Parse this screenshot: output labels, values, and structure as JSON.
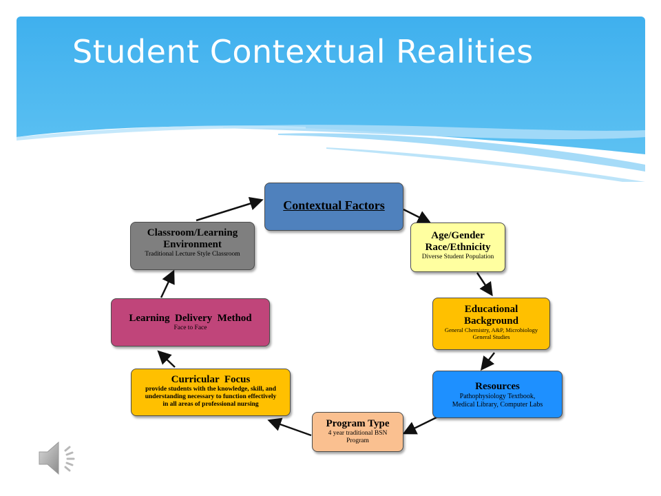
{
  "slide": {
    "title": "Student Contextual Realities"
  },
  "diagram": {
    "center": {
      "title": "Contextual Factors"
    },
    "nodes": [
      {
        "id": "age",
        "title": "Age/Gender\nRace/Ethnicity",
        "detail": "Diverse Student Population",
        "color": "#ffffa0"
      },
      {
        "id": "edu",
        "title": "Educational\nBackground",
        "detail": "General Chemistry, A&P, Microbiology\nGeneral Studies",
        "color": "#ffc000"
      },
      {
        "id": "res",
        "title": "Resources",
        "detail": "Pathophysiology Textbook,\nMedical Library, Computer Labs",
        "color": "#1e90ff"
      },
      {
        "id": "prog",
        "title": "Program Type",
        "detail": "4 year traditional BSN\nProgram",
        "color": "#fac090"
      },
      {
        "id": "curr",
        "title": "Curricular  Focus",
        "detail": "provide students with the knowledge, skill, and\nunderstanding necessary to function effectively\nin all areas of professional nursing",
        "color": "#ffc000"
      },
      {
        "id": "deliv",
        "title": "Learning  Delivery  Method",
        "detail": "Face to Face",
        "color": "#c0457a"
      },
      {
        "id": "class",
        "title": "Classroom/Learning\nEnvironment",
        "detail": "Traditional Lecture Style Classroom",
        "color": "#7f7f7f"
      }
    ],
    "center_color": "#4f81bd"
  },
  "audio": {
    "icon": "speaker-icon"
  }
}
